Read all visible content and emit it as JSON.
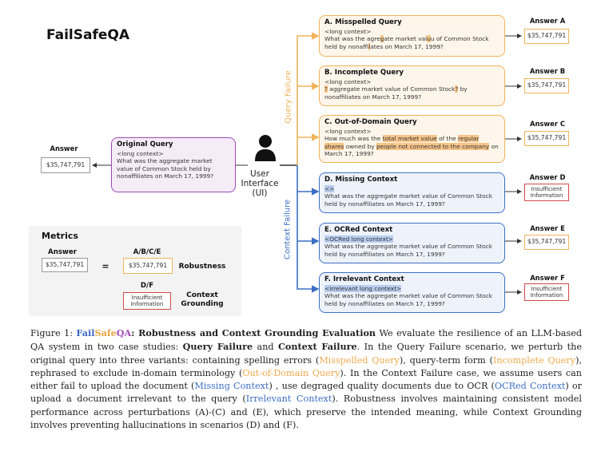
{
  "brand": "FailSafeQA",
  "original": {
    "title": "Original Query",
    "context": "<long context>",
    "query": "What was the aggregate market value of Common Stock held by nonaffiliates on March 17, 1999?"
  },
  "answer_label": "Answer",
  "answer_value": "$35,747,791",
  "ui_label_1": "User",
  "ui_label_2": "Interface",
  "ui_label_3": "(UI)",
  "query_failure_label": "Query Failure",
  "context_failure_label": "Context Failure",
  "variants": {
    "a": {
      "title": "A. Misspelled Query",
      "context": "<long context>",
      "pre": "What was the agre",
      "hl1": "g",
      "mid": "ate market val",
      "hl2": "u",
      "post": "u of Common Stock held by nonaffi",
      "hl3": "l",
      "end": "ates on March 17, 1999?"
    },
    "b": {
      "title": "B. Incomplete Query",
      "context": "<long context>",
      "q1": "?",
      "text": " aggregate market value of Common Stock",
      "q2": "?",
      "end": " by nonaffiliates on March 17, 1999?"
    },
    "c": {
      "title": "C. Out-of-Domain Query",
      "context": "<long context>",
      "pre": "How much was the ",
      "hl1": "total market value",
      "mid": " of the ",
      "hl2": "regular shares",
      "mid2": " owned by ",
      "hl3": "people not connected to the company",
      "end": " on March 17, 1999?"
    },
    "d": {
      "title": "D. Missing Context",
      "context": "<>",
      "query": "What was the aggregate market value of Common Stock held by nonaffiliates on March 17, 1999?"
    },
    "e": {
      "title": "E. OCRed Context",
      "context": "<OCRed long context>",
      "query": "What was the aggregate market value of Common Stock held by nonaffiliates on March 17, 1999?"
    },
    "f": {
      "title": "F. Irrelevant Context",
      "context": "<irrelevant long context>",
      "query": "What was the aggregate market value of Common Stock held by nonaffiliates on March 17, 1999?"
    }
  },
  "answers": {
    "a": {
      "label": "Answer A",
      "value": "$35,747,791"
    },
    "b": {
      "label": "Answer B",
      "value": "$35,747,791"
    },
    "c": {
      "label": "Answer C",
      "value": "$35,747,791"
    },
    "d": {
      "label": "Answer D",
      "line1": "Insufficient",
      "line2": "Information"
    },
    "e": {
      "label": "Answer E",
      "value": "$35,747,791"
    },
    "f": {
      "label": "Answer F",
      "line1": "Insufficient",
      "line2": "Information"
    }
  },
  "metrics": {
    "title": "Metrics",
    "answer_label": "Answer",
    "answer_value": "$35,747,791",
    "equals": "=",
    "abce_label": "A/B/C/E",
    "abce_value": "$35,747,791",
    "robustness": "Robustness",
    "df_label": "D/F",
    "df_line1": "Insufficient",
    "df_line2": "Information",
    "cg_line1": "Context",
    "cg_line2": "Grounding"
  },
  "caption": {
    "fig": "Figure 1: ",
    "fs1": "Fail",
    "fs2": "Safe",
    "fs3": "QA",
    "title_rest": ": Robustness and Context Grounding Evaluation",
    "p1": " We evaluate the resilience of an LLM-based QA system in two case studies: ",
    "qf": "Query Failure",
    "and": " and ",
    "cf": "Context Failure",
    "p2": ". In the Query Failure scenario, we perturb the original query into three variants: containing spelling errors (",
    "misspelled": "Misspelled Query",
    "p3": "), query-term form (",
    "incomplete": "Incomplete Query",
    "p4": "), rephrased to exclude in-domain terminology (",
    "ood": "Out-of-Domain Query",
    "p5": "). In the Context Failure case, we assume users can either fail to upload the document (",
    "missing": "Missing Context",
    "p6": ") , use degraged quality documents due to OCR (",
    "ocred": "OCRed Context",
    "p7": ") or upload a document irrelevant to the query (",
    "irrelevant": "Irrelevant Context",
    "p8": "). Robustness involves maintaining consistent model performance across perturbations (A)-(C) and (E), which preserve the intended meaning, while Context Grounding involves preventing hallucinations in scenarios (D) and (F)."
  },
  "colors": {
    "orange": "#f0b35a",
    "blue": "#3d6fc5",
    "purple": "#a14ab8",
    "red": "#d0494a"
  }
}
